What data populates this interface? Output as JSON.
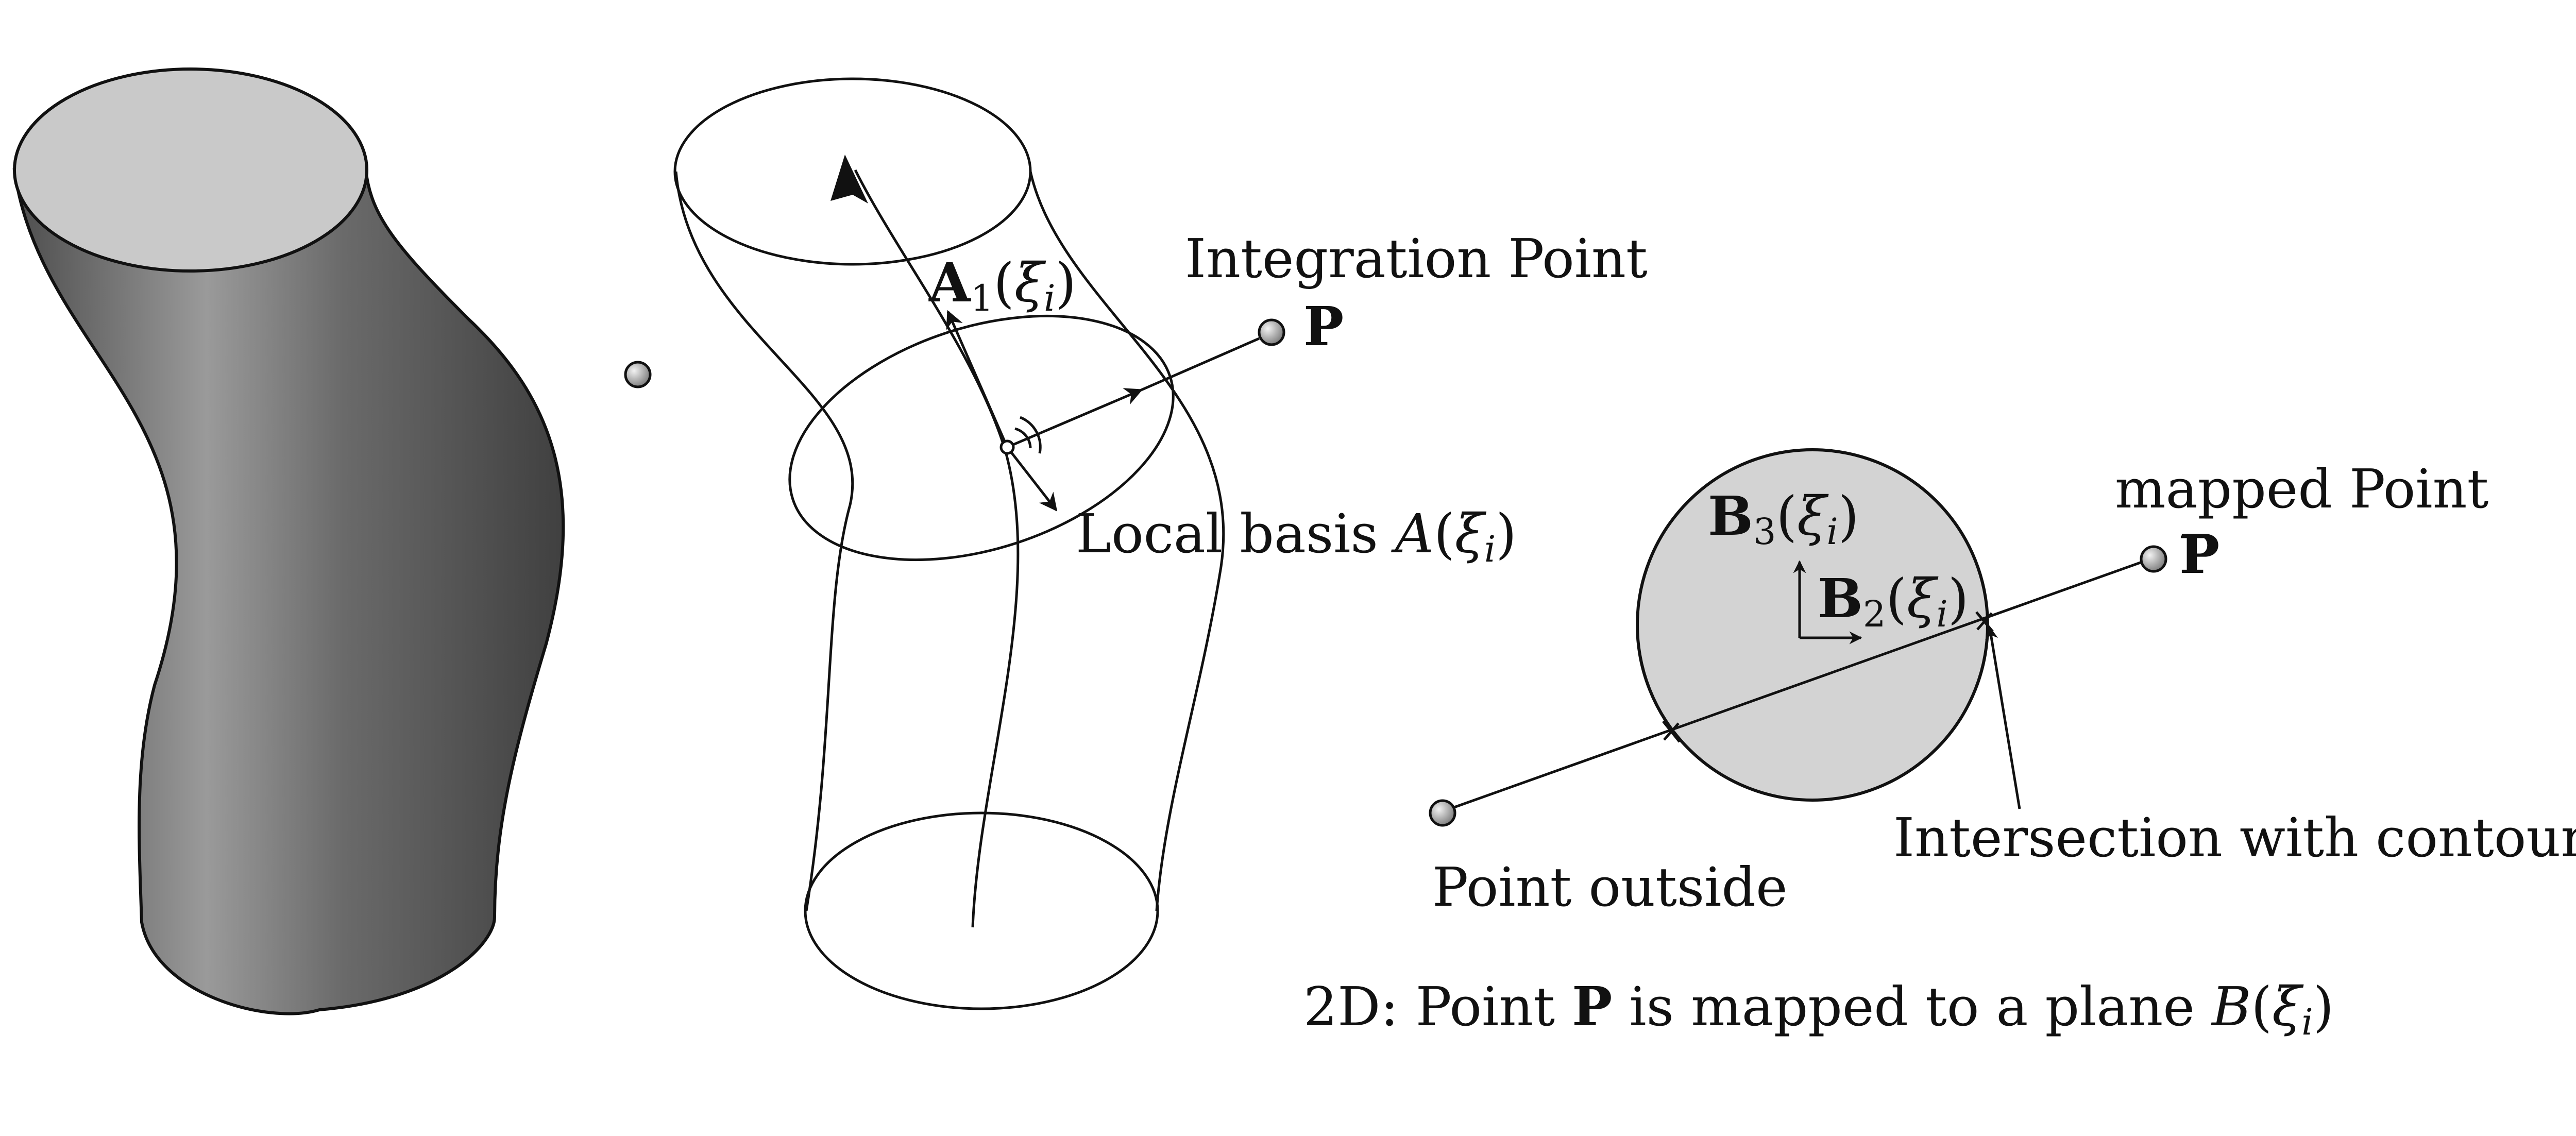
{
  "labels": {
    "integration_point": "Integration Point",
    "point_P_symbol": "P",
    "A1_symbol": "A",
    "A1_sub": "1",
    "local_basis_prefix": "Local basis ",
    "local_basis_A": "A",
    "xi": "ξ",
    "xi_sub": "i",
    "mapped_point": "mapped Point",
    "mapped_P_symbol": "P",
    "B3_symbol": "B",
    "B3_sub": "3",
    "B2_symbol": "B",
    "B2_sub": "2",
    "point_outside": "Point outside",
    "intersection": "Intersection with contour",
    "caption_prefix": "2D: Point ",
    "caption_P": "P",
    "caption_middle": " is mapped to a plane ",
    "caption_B": "B"
  },
  "colors": {
    "line": "#111111",
    "disk_fill": "#d3d3d3",
    "solid_top": "#c9c9c9",
    "solid_dark": "#5a5a5a",
    "solid_light": "#a8a8a8"
  }
}
